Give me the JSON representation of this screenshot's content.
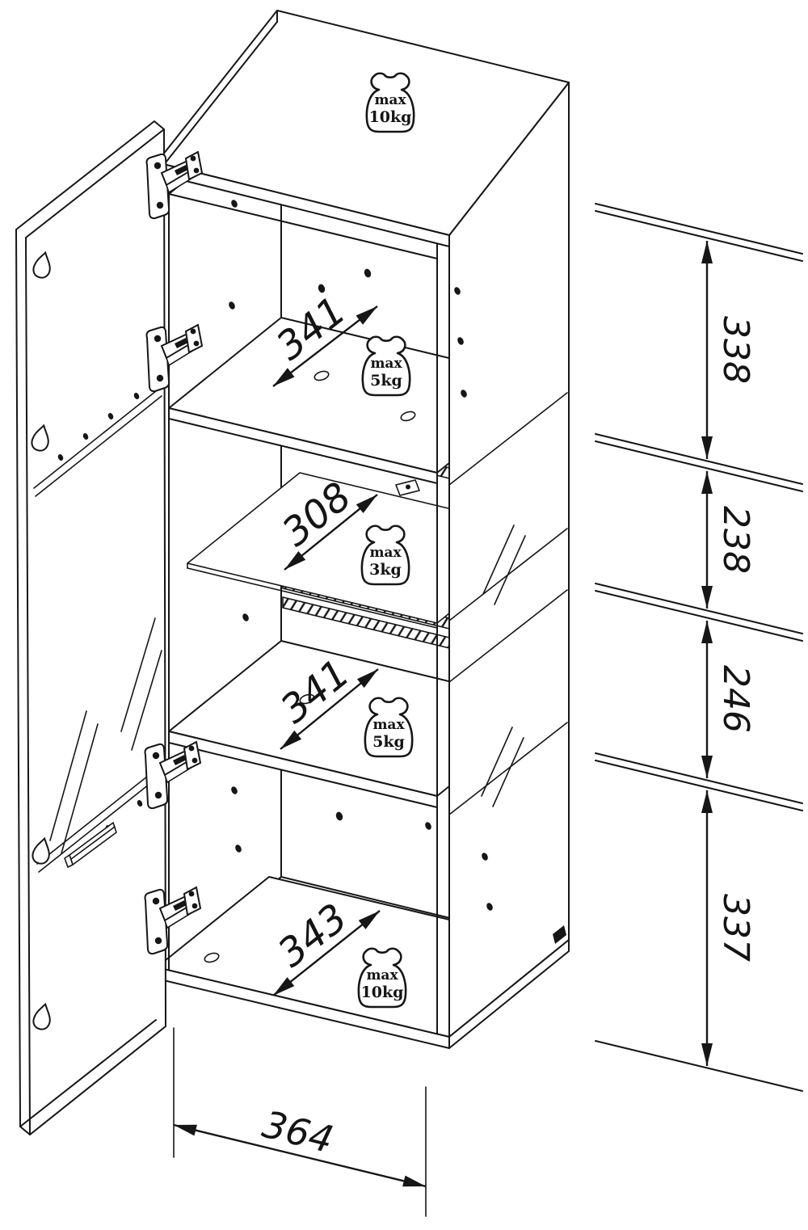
{
  "diagram": {
    "type": "cabinet-assembly-dimension-diagram",
    "colors": {
      "line": "#161616",
      "background": "#ffffff"
    },
    "load_limits": [
      {
        "id": "top-panel",
        "line1": "max",
        "line2": "10kg"
      },
      {
        "id": "shelf-1",
        "line1": "max",
        "line2": "5kg"
      },
      {
        "id": "shelf-2",
        "line1": "max",
        "line2": "3kg"
      },
      {
        "id": "shelf-3",
        "line1": "max",
        "line2": "5kg"
      },
      {
        "id": "bottom-panel",
        "line1": "max",
        "line2": "10kg"
      }
    ],
    "shelf_depth_dims": [
      {
        "id": "shelf-1",
        "value": "341"
      },
      {
        "id": "shelf-2",
        "value": "308"
      },
      {
        "id": "shelf-3",
        "value": "341"
      },
      {
        "id": "bottom-panel",
        "value": "343"
      }
    ],
    "section_height_dims": [
      {
        "id": "section-top",
        "value": "338"
      },
      {
        "id": "section-upper-middle",
        "value": "238"
      },
      {
        "id": "section-lower-middle",
        "value": "246"
      },
      {
        "id": "section-bottom",
        "value": "337"
      }
    ],
    "width_dim": {
      "value": "364"
    }
  }
}
